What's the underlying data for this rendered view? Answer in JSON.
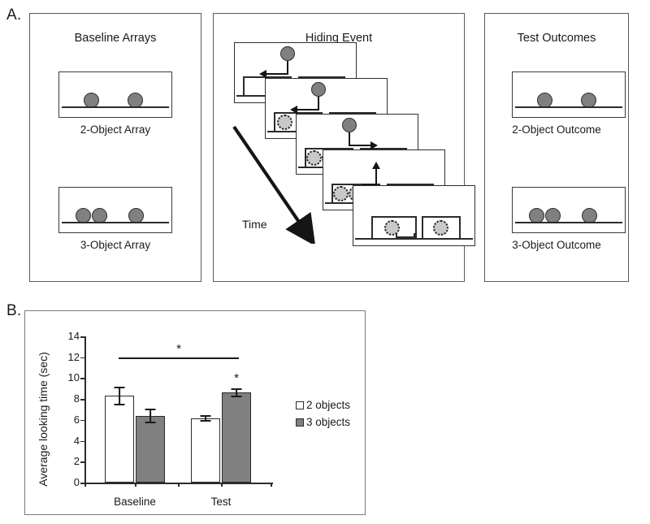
{
  "figure": {
    "panel_a_letter": "A.",
    "panel_b_letter": "B."
  },
  "panel_a": {
    "baseline": {
      "title": "Baseline Arrays",
      "arrays": [
        {
          "caption": "2-Object Array",
          "object_count": 2
        },
        {
          "caption": "3-Object Array",
          "object_count": 3
        }
      ]
    },
    "hiding": {
      "title": "Hiding Event",
      "time_label": "Time",
      "frames": [
        {
          "index": 1,
          "visible_objects": 1,
          "hidden_objects": 0,
          "arrow": "left"
        },
        {
          "index": 2,
          "visible_objects": 1,
          "hidden_objects": 1,
          "arrow": "left"
        },
        {
          "index": 3,
          "visible_objects": 1,
          "hidden_objects": 2,
          "arrow": "right"
        },
        {
          "index": 4,
          "visible_objects": 0,
          "hidden_objects": 3,
          "arrow": "up"
        },
        {
          "index": 5,
          "visible_objects": 0,
          "hidden_objects": 2,
          "arrow": "none"
        }
      ]
    },
    "test": {
      "title": "Test Outcomes",
      "outcomes": [
        {
          "caption": "2-Object Outcome",
          "object_count": 2
        },
        {
          "caption": "3-Object Outcome",
          "object_count": 3
        }
      ]
    }
  },
  "chart_data": {
    "type": "bar",
    "title": "",
    "xlabel": "",
    "ylabel": "Average looking time (sec)",
    "ylim": [
      0,
      14
    ],
    "yticks": [
      0,
      2,
      4,
      6,
      8,
      10,
      12,
      14
    ],
    "ytick_labels": [
      "0",
      "2",
      "4",
      "6",
      "8",
      "10",
      "12",
      "14"
    ],
    "categories": [
      "Baseline",
      "Test"
    ],
    "grid": false,
    "legend_position": "right",
    "series": [
      {
        "name": "2 objects",
        "color": "#ffffff",
        "values": [
          8.3,
          6.15
        ],
        "errors": [
          0.9,
          0.3
        ]
      },
      {
        "name": "3 objects",
        "color": "#808080",
        "values": [
          6.4,
          8.6
        ],
        "errors": [
          0.7,
          0.4
        ]
      }
    ],
    "annotations": [
      {
        "kind": "significance-bracket",
        "label": "*",
        "from": "Baseline",
        "to": "Test",
        "y": 12.0
      },
      {
        "kind": "significance-star",
        "label": "*",
        "group": "Test",
        "series": "3 objects",
        "y": 10.0
      }
    ]
  },
  "colors": {
    "object_fill": "#808080",
    "object_stroke": "#2e2e2e",
    "hidden_object_fill": "#c9c9c9",
    "bar_light": "#ffffff",
    "bar_dark": "#808080",
    "axis": "#2b2b2b",
    "panel_border": "#5a5a5a"
  }
}
